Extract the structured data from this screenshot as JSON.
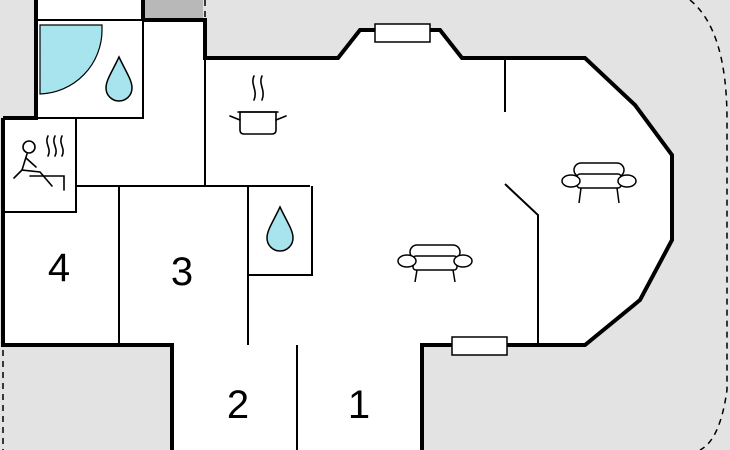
{
  "colors": {
    "outside": "#e3e3e3",
    "floor": "#ffffff",
    "wall": "#000000",
    "water": "#a8e4ee",
    "dark_patch": "#b8b8b8"
  },
  "rooms": [
    {
      "id": "bedroom-4",
      "number": "4"
    },
    {
      "id": "bedroom-3",
      "number": "3"
    },
    {
      "id": "bedroom-2",
      "number": "2"
    },
    {
      "id": "bedroom-1",
      "number": "1"
    }
  ],
  "icons": {
    "shower": "shower-icon",
    "water_drop": "water-drop-icon",
    "sauna": "sauna-icon",
    "kitchen": "cooking-pot-icon",
    "sofa": "sofa-icon",
    "window": "window-icon"
  }
}
